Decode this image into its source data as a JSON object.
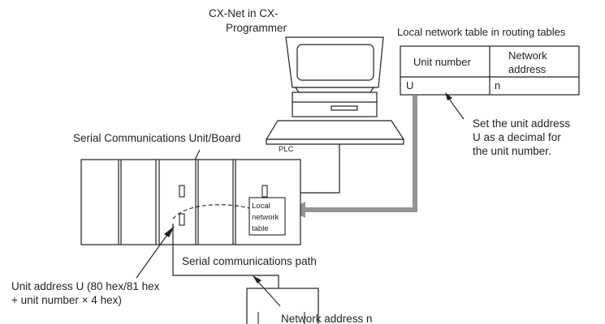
{
  "computer": {
    "label_line1": "CX-Net in CX-",
    "label_line2": "Programmer"
  },
  "routing_table": {
    "title": "Local network table in routing tables",
    "col_unit_number": "Unit number",
    "col_network_line1": "Network",
    "col_network_line2": "address",
    "row_unit": "U",
    "row_network": "n"
  },
  "unit_address_note": {
    "line1": "Set the unit address",
    "line2": "U as a decimal for",
    "line3": "the unit number."
  },
  "plc": {
    "serial_unit_label": "Serial Communications Unit/Board",
    "plc_label": "PLC",
    "local_table_line1": "Local",
    "local_table_line2": "network",
    "local_table_line3": "table"
  },
  "serial_path_label": "Serial communications path",
  "unit_address_label": {
    "line1": "Unit address U (80 hex/81 hex",
    "line2": "+ unit number × 4 hex)"
  },
  "network_address_label": "Network address n",
  "colors": {
    "line": "#231f20",
    "arrow_gray": "#939598",
    "background": "#ffffff"
  }
}
